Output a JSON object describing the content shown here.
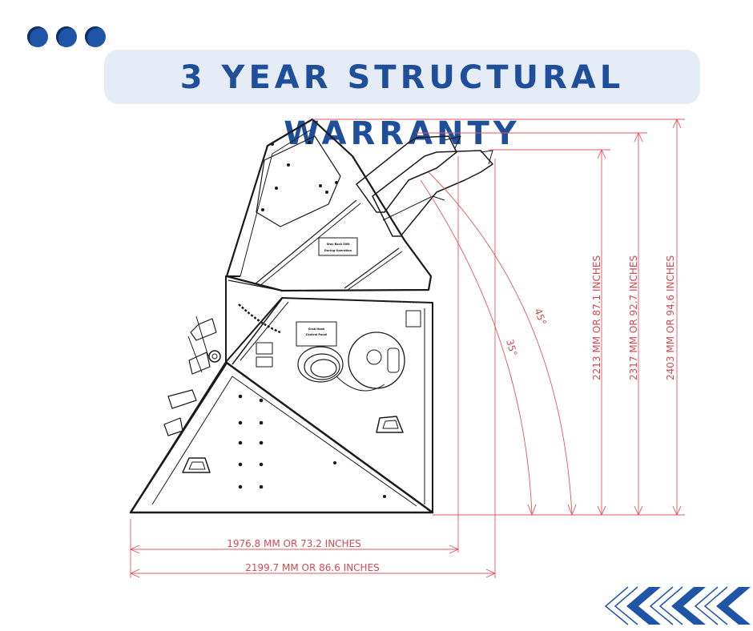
{
  "header": {
    "title": "3 YEAR STRUCTURAL WARRANTY"
  },
  "dimensions": {
    "height_1": "2213 MM OR 87.1 INCHES",
    "height_2": "2317 MM OR 92.7 INCHES",
    "height_3": "2403 MM OR 94.6 INCHES",
    "width_1": "1976.8 MM OR 73.2 INCHES",
    "width_2": "2199.7 MM OR 86.6 INCHES",
    "angle_1": "45°",
    "angle_2": "35°"
  },
  "labels": {
    "warning_1": "Stay Back 50ft",
    "warning_2": "During Operation",
    "control_1": "Grab Hook",
    "control_2": "Control Panel"
  },
  "colors": {
    "accent": "#1f55a7",
    "banner_bg": "#e5ecf6",
    "dimension": "#d04a55"
  },
  "icons": [
    "dot-icon",
    "chevron-left-icon"
  ]
}
